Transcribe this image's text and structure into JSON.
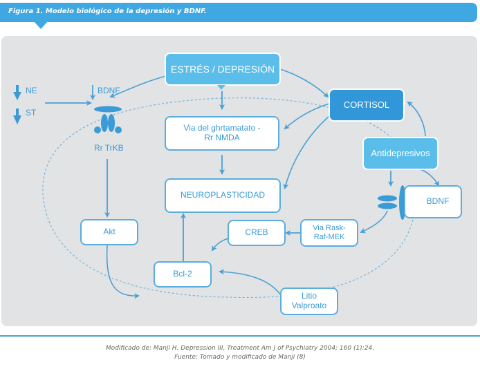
{
  "header": {
    "title": "Figura 1. Modelo biológico de la depresión y BDNF."
  },
  "nodes": {
    "estres": "ESTRÉS / DEPRESIÓN",
    "cortisol": "CORTISOL",
    "glutamato_line1": "Via del ghrtamatato -",
    "glutamato_line2": "Rr NMDA",
    "neuroplasticidad": "NEUROPLASTICIDAD",
    "antidepresivos": "Antidepresivos",
    "bdnf_right": "BDNF",
    "via_rask_line1": "Via Rask-",
    "via_rask_line2": "Raf-MEK",
    "creb": "CREB",
    "akt": "Akt",
    "bcl2": "Bcl-2",
    "litio_line1": "Litio",
    "litio_line2": "Valproato"
  },
  "labels": {
    "ne": "NE",
    "st": "ST",
    "bdnf_top": "BDNF",
    "receptor": "Rr TrKB"
  },
  "footer": {
    "line1": "Modificado de: Manji H. Depression III, Treatment Am J of Psychiatry 2004; 160 (1):24.",
    "line2": "Fuente: Tomado y modificado de Manji (8)"
  },
  "colors": {
    "accent": "#3fa8e3",
    "node_light": "#5bbdea",
    "node_dark": "#3197d8",
    "panel": "#e2e3e5",
    "line": "#4a9fd4"
  }
}
